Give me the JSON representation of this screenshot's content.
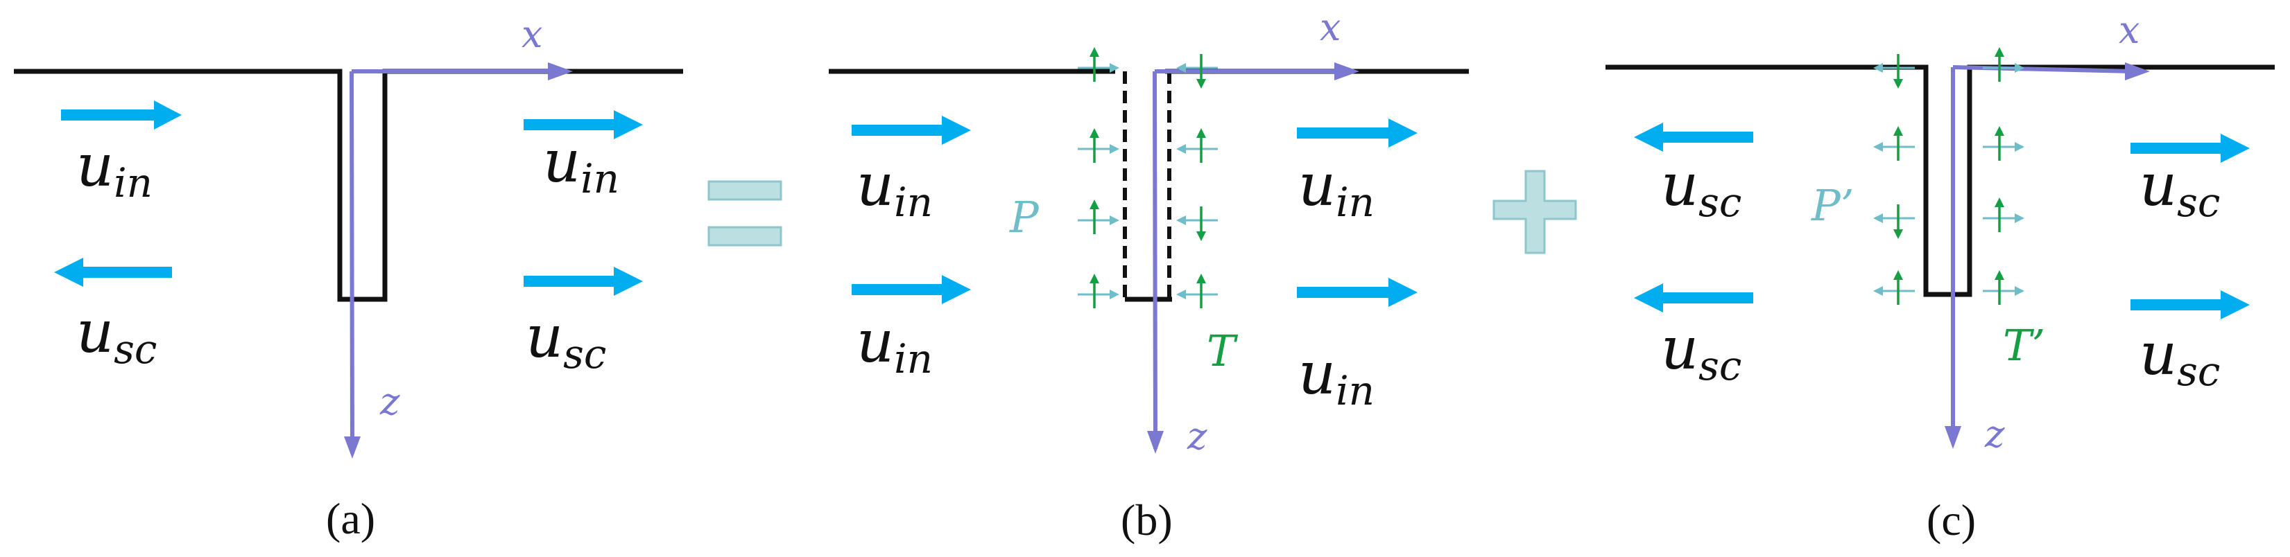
{
  "colors": {
    "black": "#111111",
    "blue": "#00adee",
    "purple": "#7b78d2",
    "teal": "#6fbdc8",
    "green": "#149f44",
    "operator_fill": "#bcdfe2",
    "operator_stroke": "#8fc6cc"
  },
  "panels": [
    {
      "caption": "(a)",
      "axis_x": "x",
      "axis_z": "z",
      "labels": [
        {
          "base": "u",
          "sub": "in"
        },
        {
          "base": "u",
          "sub": "sc"
        },
        {
          "base": "u",
          "sub": "in"
        },
        {
          "base": "u",
          "sub": "sc"
        }
      ]
    },
    {
      "caption": "(b)",
      "axis_x": "x",
      "axis_z": "z",
      "traction_left": "P",
      "traction_right": "T",
      "labels": [
        {
          "base": "u",
          "sub": "in"
        },
        {
          "base": "u",
          "sub": "in"
        },
        {
          "base": "u",
          "sub": "in"
        },
        {
          "base": "u",
          "sub": "in"
        }
      ]
    },
    {
      "caption": "(c)",
      "axis_x": "x",
      "axis_z": "z",
      "traction_left": "P’",
      "traction_right": "T’",
      "labels": [
        {
          "base": "u",
          "sub": "sc"
        },
        {
          "base": "u",
          "sub": "sc"
        },
        {
          "base": "u",
          "sub": "sc"
        },
        {
          "base": "u",
          "sub": "sc"
        }
      ]
    }
  ],
  "operators": [
    "equals",
    "plus"
  ]
}
